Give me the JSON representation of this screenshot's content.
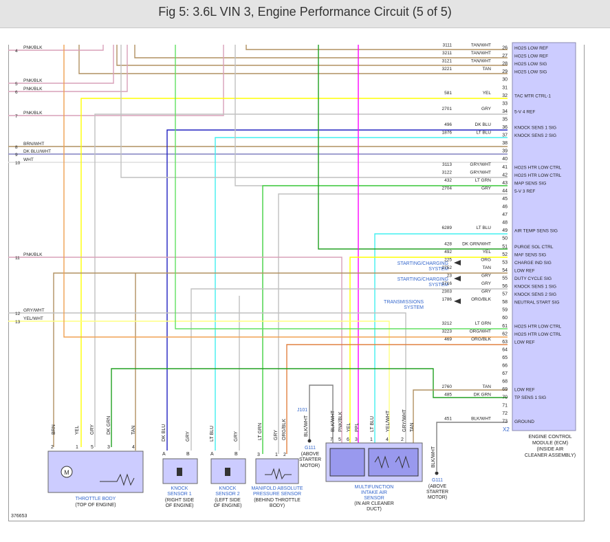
{
  "title": "Fig 5: 3.6L VIN 3, Engine Performance Circuit (5 of 5)",
  "figure_id": "376653",
  "colors": {
    "pnk": "#d9a0b8",
    "tan": "#b09060",
    "orange": "#f0a050",
    "yellow": "#ffff00",
    "gray": "#c0c0c0",
    "dkblu": "#2020c0",
    "ltblu": "#40f0f0",
    "green": "#60e060",
    "ltgrn": "#40d040",
    "dkgrn": "#20a020",
    "magenta": "#ff00ff",
    "ecm": "#ccccff",
    "component": "#ccccff",
    "label_blue": "#3366cc"
  },
  "left_terminals": [
    {
      "num": "4",
      "wire": "PNK/BLK"
    },
    {
      "num": "5",
      "wire": "PNK/BLK"
    },
    {
      "num": "6",
      "wire": "PNK/BLK"
    },
    {
      "num": "7",
      "wire": "PNK/BLK"
    },
    {
      "num": "8",
      "wire": "BRN/WHT"
    },
    {
      "num": "9",
      "wire": "DK BLU/WHT"
    },
    {
      "num": "10",
      "wire": "WHT"
    },
    {
      "num": "11",
      "wire": "PNK/BLK"
    },
    {
      "num": "12",
      "wire": "GRY/WHT"
    },
    {
      "num": "13",
      "wire": "YEL/WHT"
    }
  ],
  "ecm_pins": [
    {
      "pin": "26",
      "circuit": "3111",
      "wire": "TAN/WHT",
      "signal": "HO2S LOW REF"
    },
    {
      "pin": "27",
      "circuit": "3211",
      "wire": "TAN/WHT",
      "signal": "HO2S LOW REF"
    },
    {
      "pin": "28",
      "circuit": "3121",
      "wire": "TAN/WHT",
      "signal": "HO2S LOW SIG"
    },
    {
      "pin": "29",
      "circuit": "3221",
      "wire": "TAN",
      "signal": "HO2S LOW SIG"
    },
    {
      "pin": "30",
      "circuit": "",
      "wire": "",
      "signal": ""
    },
    {
      "pin": "31",
      "circuit": "",
      "wire": "",
      "signal": ""
    },
    {
      "pin": "32",
      "circuit": "581",
      "wire": "YEL",
      "signal": "TAC MTR CTRL-1"
    },
    {
      "pin": "33",
      "circuit": "",
      "wire": "",
      "signal": ""
    },
    {
      "pin": "34",
      "circuit": "2701",
      "wire": "GRY",
      "signal": "5-V 4 REF"
    },
    {
      "pin": "35",
      "circuit": "",
      "wire": "",
      "signal": ""
    },
    {
      "pin": "36",
      "circuit": "496",
      "wire": "DK BLU",
      "signal": "KNOCK SENS 1 SIG"
    },
    {
      "pin": "37",
      "circuit": "1876",
      "wire": "LT BLU",
      "signal": "KNOCK SENS 2 SIG"
    },
    {
      "pin": "38",
      "circuit": "",
      "wire": "",
      "signal": ""
    },
    {
      "pin": "39",
      "circuit": "",
      "wire": "",
      "signal": ""
    },
    {
      "pin": "40",
      "circuit": "",
      "wire": "",
      "signal": ""
    },
    {
      "pin": "41",
      "circuit": "3113",
      "wire": "GRY/WHT",
      "signal": "HO2S HTR LOW CTRL"
    },
    {
      "pin": "42",
      "circuit": "3122",
      "wire": "GRY/WHT",
      "signal": "HO2S HTR LOW CTRL"
    },
    {
      "pin": "43",
      "circuit": "432",
      "wire": "LT GRN",
      "signal": "MAP SENS SIG"
    },
    {
      "pin": "44",
      "circuit": "2704",
      "wire": "GRY",
      "signal": "5-V 3 REF"
    },
    {
      "pin": "45",
      "circuit": "",
      "wire": "",
      "signal": ""
    },
    {
      "pin": "46",
      "circuit": "",
      "wire": "",
      "signal": ""
    },
    {
      "pin": "47",
      "circuit": "",
      "wire": "",
      "signal": ""
    },
    {
      "pin": "48",
      "circuit": "",
      "wire": "",
      "signal": ""
    },
    {
      "pin": "49",
      "circuit": "6289",
      "wire": "LT BLU",
      "signal": "AIR TEMP SENS SIG"
    },
    {
      "pin": "50",
      "circuit": "",
      "wire": "",
      "signal": ""
    },
    {
      "pin": "51",
      "circuit": "428",
      "wire": "DK GRN/WHT",
      "signal": "PURGE SOL CTRL"
    },
    {
      "pin": "52",
      "circuit": "492",
      "wire": "YEL",
      "signal": "MAF SENS SIG"
    },
    {
      "pin": "53",
      "circuit": "225",
      "wire": "ORG",
      "signal": "CHARGE IND SIG"
    },
    {
      "pin": "54",
      "circuit": "2752",
      "wire": "TAN",
      "signal": "LOW REF"
    },
    {
      "pin": "55",
      "circuit": "23",
      "wire": "GRY",
      "signal": "DUTY CYCLE SIG"
    },
    {
      "pin": "56",
      "circuit": "1716",
      "wire": "GRY",
      "signal": "KNOCK SENS 1 SIG"
    },
    {
      "pin": "57",
      "circuit": "2303",
      "wire": "GRY",
      "signal": "KNOCK SENS 2 SIG"
    },
    {
      "pin": "58",
      "circuit": "1786",
      "wire": "ORG/BLK",
      "signal": "NEUTRAL START SIG"
    },
    {
      "pin": "59",
      "circuit": "",
      "wire": "",
      "signal": ""
    },
    {
      "pin": "60",
      "circuit": "",
      "wire": "",
      "signal": ""
    },
    {
      "pin": "61",
      "circuit": "3212",
      "wire": "LT GRN",
      "signal": "HO2S HTR LOW CTRL"
    },
    {
      "pin": "62",
      "circuit": "3223",
      "wire": "ORG/WHT",
      "signal": "HO2S HTR LOW CTRL"
    },
    {
      "pin": "63",
      "circuit": "469",
      "wire": "ORG/BLK",
      "signal": "LOW REF"
    },
    {
      "pin": "64",
      "circuit": "",
      "wire": "",
      "signal": ""
    },
    {
      "pin": "65",
      "circuit": "",
      "wire": "",
      "signal": ""
    },
    {
      "pin": "66",
      "circuit": "",
      "wire": "",
      "signal": ""
    },
    {
      "pin": "67",
      "circuit": "",
      "wire": "",
      "signal": ""
    },
    {
      "pin": "68",
      "circuit": "",
      "wire": "",
      "signal": ""
    },
    {
      "pin": "69",
      "circuit": "2760",
      "wire": "TAN",
      "signal": "LOW REF"
    },
    {
      "pin": "70",
      "circuit": "485",
      "wire": "DK GRN",
      "signal": "TP SENS 1 SIG"
    },
    {
      "pin": "71",
      "circuit": "",
      "wire": "",
      "signal": ""
    },
    {
      "pin": "72",
      "circuit": "",
      "wire": "",
      "signal": ""
    },
    {
      "pin": "73",
      "circuit": "451",
      "wire": "BLK/WHT",
      "signal": "GROUND"
    }
  ],
  "ecm_connector": "X2",
  "ecm_caption": [
    "ENGINE CONTROL",
    "MODULE (ECM)",
    "(INSIDE AIR",
    "CLEANER ASSEMBLY)"
  ],
  "side_systems": [
    {
      "line1": "STARTING/CHARGING",
      "line2": "SYSTEM"
    },
    {
      "line1": "STARTING/CHARGING",
      "line2": "SYSTEM"
    },
    {
      "line1": "TRANSMISSIONS",
      "line2": "SYSTEM"
    }
  ],
  "components": {
    "throttle_body": {
      "name": "THROTTLE BODY",
      "location": "(TOP OF ENGINE)",
      "pins": [
        "2",
        "1",
        "5",
        "3",
        "4"
      ],
      "wires": [
        "BRN",
        "YEL",
        "GRY",
        "DK GRN",
        "TAN"
      ],
      "motor": "M"
    },
    "knock1": {
      "name": "KNOCK",
      "name2": "SENSOR 1",
      "loc1": "(RIGHT SIDE",
      "loc2": "OF ENGINE)",
      "pins": [
        "A",
        "B"
      ],
      "wires": [
        "DK BLU",
        "GRY"
      ]
    },
    "knock2": {
      "name": "KNOCK",
      "name2": "SENSOR 2",
      "loc1": "(LEFT SIDE",
      "loc2": "OF ENGINE)",
      "pins": [
        "A",
        "B"
      ],
      "wires": [
        "LT BLU",
        "GRY"
      ]
    },
    "map": {
      "name": "MANIFOLD ABSOLUTE",
      "name2": "PRESSURE SENSOR",
      "loc1": "(BEHIND THROTTLE",
      "loc2": "BODY)",
      "pins": [
        "3",
        "1",
        "2"
      ],
      "wires": [
        "LT GRN",
        "GRY",
        "ORG/BLK"
      ]
    },
    "maf": {
      "name": "MULTIFUNCTION",
      "name2": "INTAKE AIR",
      "name3": "SENSOR",
      "loc1": "(IN AIR CLEANER",
      "loc2": "DUCT)",
      "pins": [
        "7",
        "5",
        "6",
        "3",
        "1",
        "4",
        "2"
      ],
      "wires": [
        "BLK/WHT",
        "PNK/BLK",
        "YEL",
        "PPL",
        "LT BLU",
        "YEL/WHT",
        "GRY/WHT",
        "TAN"
      ]
    },
    "j101": {
      "label": "J101",
      "wire": "BLK/WHT"
    },
    "g111a": {
      "label": "G111",
      "loc1": "(ABOVE",
      "loc2": "STARTER",
      "loc3": "MOTOR)"
    },
    "g111b": {
      "label": "G111",
      "wire": "BLK/WHT",
      "loc1": "(ABOVE",
      "loc2": "STARTER",
      "loc3": "MOTOR)"
    }
  }
}
